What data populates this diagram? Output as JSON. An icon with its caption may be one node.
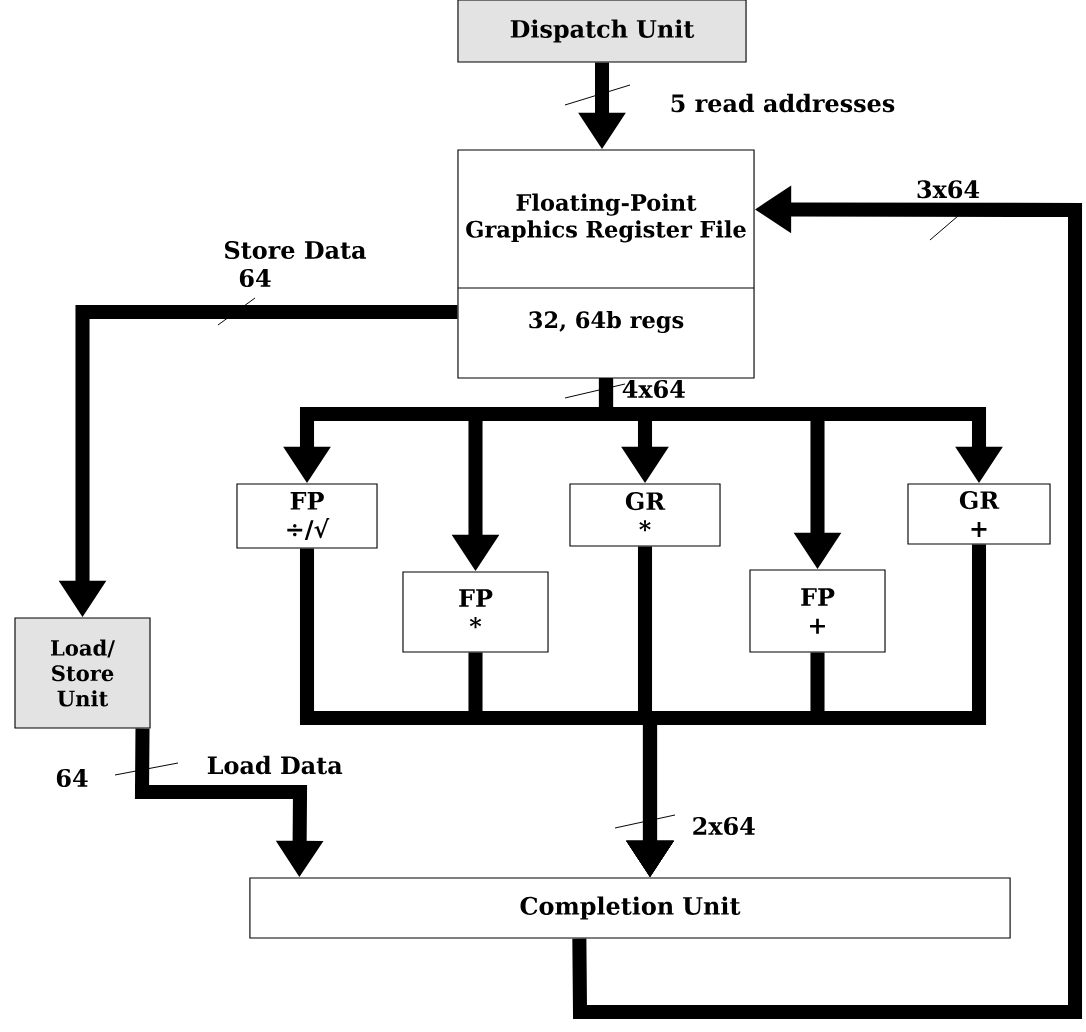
{
  "diagram": {
    "nodes": [
      {
        "text": [
          "Dispatch Unit"
        ]
      },
      {
        "text": [
          "Floating-Point Graphics Register File",
          "32, 64b regs"
        ]
      },
      {
        "text": [
          "FP ÷/√"
        ]
      },
      {
        "text": [
          "FP *"
        ]
      },
      {
        "text": [
          "GR *"
        ]
      },
      {
        "text": [
          "FP +"
        ]
      },
      {
        "text": [
          "GR +"
        ]
      },
      {
        "text": [
          "Load/ Store Unit"
        ]
      },
      {
        "text": [
          "Completion Unit"
        ]
      }
    ],
    "edges": [
      {
        "from": 0,
        "to": 1,
        "arrow": "to",
        "label": "5 read addresses"
      },
      {
        "from": 8,
        "to": 1,
        "arrow": "to",
        "label": "3x64"
      },
      {
        "from": 1,
        "to": 7,
        "arrow": "to",
        "label": "Store Data"
      },
      {
        "from": 1,
        "to": 2,
        "arrow": "to",
        "label": "4x64"
      },
      {
        "from": 1,
        "to": 3,
        "arrow": "to"
      },
      {
        "from": 1,
        "to": 4,
        "arrow": "to"
      },
      {
        "from": 1,
        "to": 5,
        "arrow": "to"
      },
      {
        "from": 1,
        "to": 6,
        "arrow": "to"
      },
      {
        "from": 2,
        "to": 8,
        "arrow": "to",
        "label": "2x64"
      },
      {
        "from": 3,
        "to": 8,
        "arrow": "to"
      },
      {
        "from": 4,
        "to": 8,
        "arrow": "to"
      },
      {
        "from": 5,
        "to": 8,
        "arrow": "to"
      },
      {
        "from": 6,
        "to": 8,
        "arrow": "to"
      },
      {
        "from": 7,
        "to": 8,
        "arrow": "to",
        "label": "Load Data"
      }
    ],
    "labels": [
      "64",
      "64"
    ]
  }
}
